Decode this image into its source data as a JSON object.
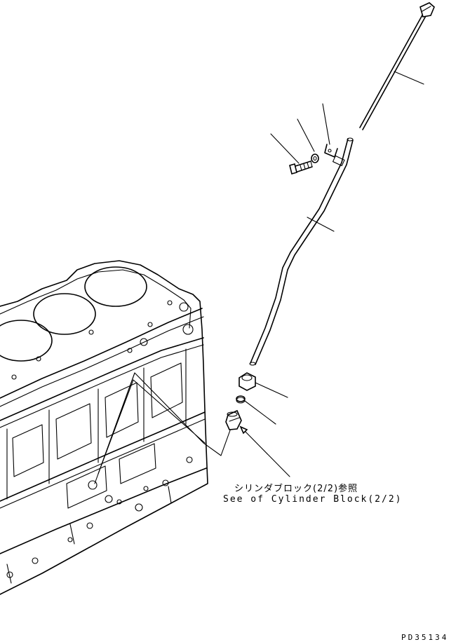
{
  "diagram": {
    "reference_note_jp": "シリンダブロック(2/2)参照",
    "reference_note_en": "See of Cylinder Block(2/2)",
    "figure_number": "PD35134",
    "parts": [
      {
        "name": "dipstick-gauge"
      },
      {
        "name": "guide-tube"
      },
      {
        "name": "mounting-bolt"
      },
      {
        "name": "washer"
      },
      {
        "name": "bracket"
      },
      {
        "name": "nut"
      },
      {
        "name": "o-ring"
      },
      {
        "name": "elbow-fitting"
      },
      {
        "name": "cylinder-block"
      }
    ]
  }
}
